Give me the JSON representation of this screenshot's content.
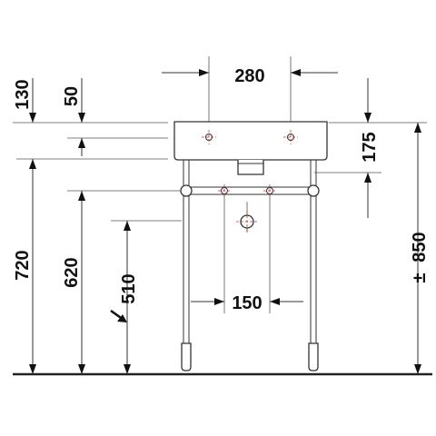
{
  "dimensions": {
    "width_top": "280",
    "tap_spacing": "150",
    "top_offset_130": "130",
    "top_offset_50": "50",
    "basin_depth": "175",
    "height_720": "720",
    "height_620": "620",
    "drain_height": "510",
    "total_height": "850"
  },
  "symbols": {
    "tolerance": "±",
    "arrow": "➘"
  }
}
